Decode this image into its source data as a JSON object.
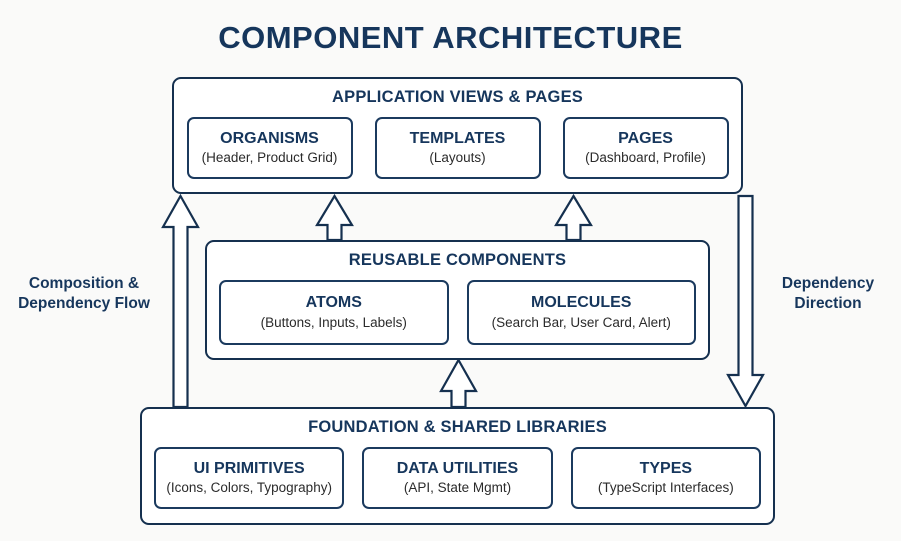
{
  "title": "COMPONENT ARCHITECTURE",
  "theme": {
    "background": "#fafaf9",
    "navy": "#16365c",
    "stroke": "#15304f",
    "card_fill": "#ffffff",
    "body_text": "#2b2b2b"
  },
  "layers": [
    {
      "id": "application-views-pages",
      "heading": "APPLICATION VIEWS & PAGES",
      "cards": [
        {
          "title": "ORGANISMS",
          "subtitle": "(Header, Product Grid)"
        },
        {
          "title": "TEMPLATES",
          "subtitle": "(Layouts)"
        },
        {
          "title": "PAGES",
          "subtitle": "(Dashboard, Profile)"
        }
      ]
    },
    {
      "id": "reusable-components",
      "heading": "REUSABLE COMPONENTS",
      "cards": [
        {
          "title": "ATOMS",
          "subtitle": "(Buttons, Inputs, Labels)"
        },
        {
          "title": "MOLECULES",
          "subtitle": "(Search Bar, User Card, Alert)"
        }
      ]
    },
    {
      "id": "foundation-shared-libraries",
      "heading": "FOUNDATION & SHARED LIBRARIES",
      "cards": [
        {
          "title": "UI PRIMITIVES",
          "subtitle": "(Icons, Colors, Typography)"
        },
        {
          "title": "DATA UTILITIES",
          "subtitle": "(API, State Mgmt)"
        },
        {
          "title": "TYPES",
          "subtitle": "(TypeScript Interfaces)"
        }
      ]
    }
  ],
  "annotations": {
    "left": {
      "line1": "Composition &",
      "line2": "Dependency Flow"
    },
    "right": {
      "line1": "Dependency",
      "line2": "Direction"
    }
  },
  "arrows": [
    {
      "name": "composition-flow-arrow-long",
      "direction": "up"
    },
    {
      "name": "components-to-views-arrow-left",
      "direction": "up"
    },
    {
      "name": "components-to-views-arrow-right",
      "direction": "up"
    },
    {
      "name": "foundation-to-components-arrow",
      "direction": "up"
    },
    {
      "name": "dependency-direction-arrow",
      "direction": "down"
    }
  ]
}
